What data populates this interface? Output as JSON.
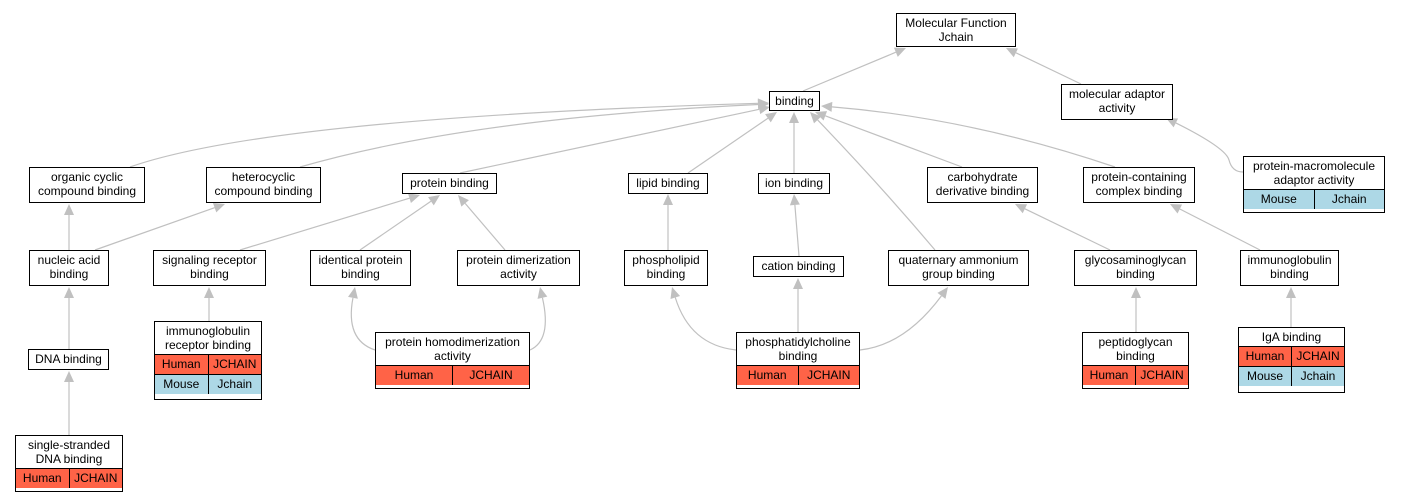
{
  "diagram": {
    "colors": {
      "edge": "#c0c0c0",
      "human": "#ff6347",
      "mouse": "#add8e6",
      "border": "#000000"
    },
    "nodes": [
      {
        "id": "mf",
        "label": "Molecular Function\nJchain"
      },
      {
        "id": "binding",
        "label": "binding"
      },
      {
        "id": "adaptor",
        "label": "molecular adaptor\nactivity"
      },
      {
        "id": "organic",
        "label": "organic cyclic\ncompound binding"
      },
      {
        "id": "hetero",
        "label": "heterocyclic\ncompound binding"
      },
      {
        "id": "protein",
        "label": "protein binding"
      },
      {
        "id": "lipid",
        "label": "lipid binding"
      },
      {
        "id": "ion",
        "label": "ion binding"
      },
      {
        "id": "carb",
        "label": "carbohydrate\nderivative binding"
      },
      {
        "id": "complex",
        "label": "protein-containing\ncomplex binding"
      },
      {
        "id": "pma",
        "label": "protein-macromolecule\nadaptor activity",
        "rows": [
          [
            "Mouse",
            "Jchain"
          ]
        ]
      },
      {
        "id": "nucleic",
        "label": "nucleic acid\nbinding"
      },
      {
        "id": "signal",
        "label": "signaling receptor\nbinding"
      },
      {
        "id": "identical",
        "label": "identical protein\nbinding"
      },
      {
        "id": "dimer",
        "label": "protein dimerization\nactivity"
      },
      {
        "id": "phospho",
        "label": "phospholipid\nbinding"
      },
      {
        "id": "cation",
        "label": "cation binding"
      },
      {
        "id": "quat",
        "label": "quaternary ammonium\ngroup binding"
      },
      {
        "id": "gag",
        "label": "glycosaminoglycan\nbinding"
      },
      {
        "id": "igb",
        "label": "immunoglobulin\nbinding"
      },
      {
        "id": "dna",
        "label": "DNA binding"
      },
      {
        "id": "igrb",
        "label": "immunoglobulin\nreceptor binding",
        "rows": [
          [
            "Human",
            "JCHAIN"
          ],
          [
            "Mouse",
            "Jchain"
          ]
        ]
      },
      {
        "id": "homo",
        "label": "protein homodimerization\nactivity",
        "rows": [
          [
            "Human",
            "JCHAIN"
          ]
        ]
      },
      {
        "id": "pc",
        "label": "phosphatidylcholine\nbinding",
        "rows": [
          [
            "Human",
            "JCHAIN"
          ]
        ]
      },
      {
        "id": "pgn",
        "label": "peptidoglycan\nbinding",
        "rows": [
          [
            "Human",
            "JCHAIN"
          ]
        ]
      },
      {
        "id": "iga",
        "label": "IgA binding",
        "rows": [
          [
            "Human",
            "JCHAIN"
          ],
          [
            "Mouse",
            "Jchain"
          ]
        ]
      },
      {
        "id": "ss",
        "label": "single-stranded\nDNA binding",
        "rows": [
          [
            "Human",
            "JCHAIN"
          ]
        ]
      }
    ],
    "edges": [
      {
        "from": "binding",
        "to": "mf"
      },
      {
        "from": "adaptor",
        "to": "mf"
      },
      {
        "from": "organic",
        "to": "binding"
      },
      {
        "from": "hetero",
        "to": "binding"
      },
      {
        "from": "protein",
        "to": "binding"
      },
      {
        "from": "lipid",
        "to": "binding"
      },
      {
        "from": "ion",
        "to": "binding"
      },
      {
        "from": "carb",
        "to": "binding"
      },
      {
        "from": "complex",
        "to": "binding"
      },
      {
        "from": "quat",
        "to": "binding"
      },
      {
        "from": "pma",
        "to": "adaptor"
      },
      {
        "from": "nucleic",
        "to": "organic"
      },
      {
        "from": "nucleic",
        "to": "hetero"
      },
      {
        "from": "signal",
        "to": "protein"
      },
      {
        "from": "identical",
        "to": "protein"
      },
      {
        "from": "dimer",
        "to": "protein"
      },
      {
        "from": "phospho",
        "to": "lipid"
      },
      {
        "from": "cation",
        "to": "ion"
      },
      {
        "from": "gag",
        "to": "carb"
      },
      {
        "from": "igb",
        "to": "complex"
      },
      {
        "from": "dna",
        "to": "nucleic"
      },
      {
        "from": "igrb",
        "to": "signal"
      },
      {
        "from": "homo",
        "to": "identical"
      },
      {
        "from": "homo",
        "to": "dimer"
      },
      {
        "from": "pc",
        "to": "phospho"
      },
      {
        "from": "pc",
        "to": "cation"
      },
      {
        "from": "pc",
        "to": "quat"
      },
      {
        "from": "pgn",
        "to": "gag"
      },
      {
        "from": "iga",
        "to": "igb"
      },
      {
        "from": "ss",
        "to": "dna"
      }
    ]
  }
}
